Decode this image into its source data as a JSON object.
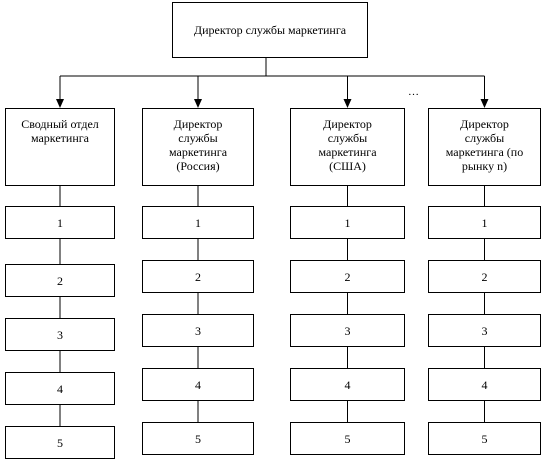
{
  "diagram": {
    "top": {
      "label": "Директор службы маркетинга"
    },
    "ellipsis": "…",
    "columns": [
      {
        "label": "Сводный отдел\nмаркетинга",
        "items": [
          "1",
          "2",
          "3",
          "4",
          "5"
        ]
      },
      {
        "label": "Директор\nслужбы\nмаркетинга\n(Россия)",
        "items": [
          "1",
          "2",
          "3",
          "4",
          "5"
        ]
      },
      {
        "label": "Директор\nслужбы\nмаркетинга\n(США)",
        "items": [
          "1",
          "2",
          "3",
          "4",
          "5"
        ]
      },
      {
        "label": "Директор\nслужбы\nмаркетинга (по\nрынку n)",
        "items": [
          "1",
          "2",
          "3",
          "4",
          "5"
        ]
      }
    ]
  }
}
